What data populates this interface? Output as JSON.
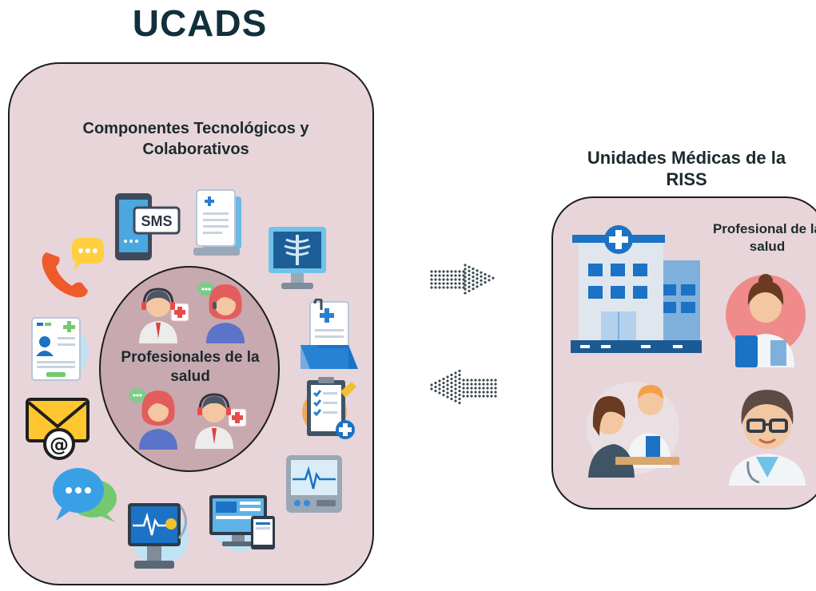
{
  "title": "UCADS",
  "ucads": {
    "heading": "Componentes Tecnológicos y Colaborativos",
    "center_label": "Profesionales de la salud"
  },
  "riss": {
    "heading": "Unidades Médicas de la RISS",
    "professional_label": "Profesional de la salud"
  },
  "sms_icon_text": "SMS",
  "email_symbol": "@",
  "colors": {
    "box_fill": "#e7d5d9",
    "circle_fill": "#c8a9af",
    "title_color": "#12303a",
    "arrow_color": "#3b4a52"
  },
  "icons": [
    "phone-icon",
    "chat-bubble-icon",
    "sms-phone-icon",
    "document-icon",
    "xray-monitor-icon",
    "medical-folder-icon",
    "checklist-icon",
    "ecg-monitor-icon",
    "responsive-devices-icon",
    "telemedicine-monitor-icon",
    "speech-bubbles-icon",
    "email-icon",
    "id-card-icon",
    "hospital-icon",
    "doctor-woman-icon",
    "consultation-icon",
    "doctor-man-icon",
    "arrow-right-icon",
    "arrow-left-icon"
  ]
}
